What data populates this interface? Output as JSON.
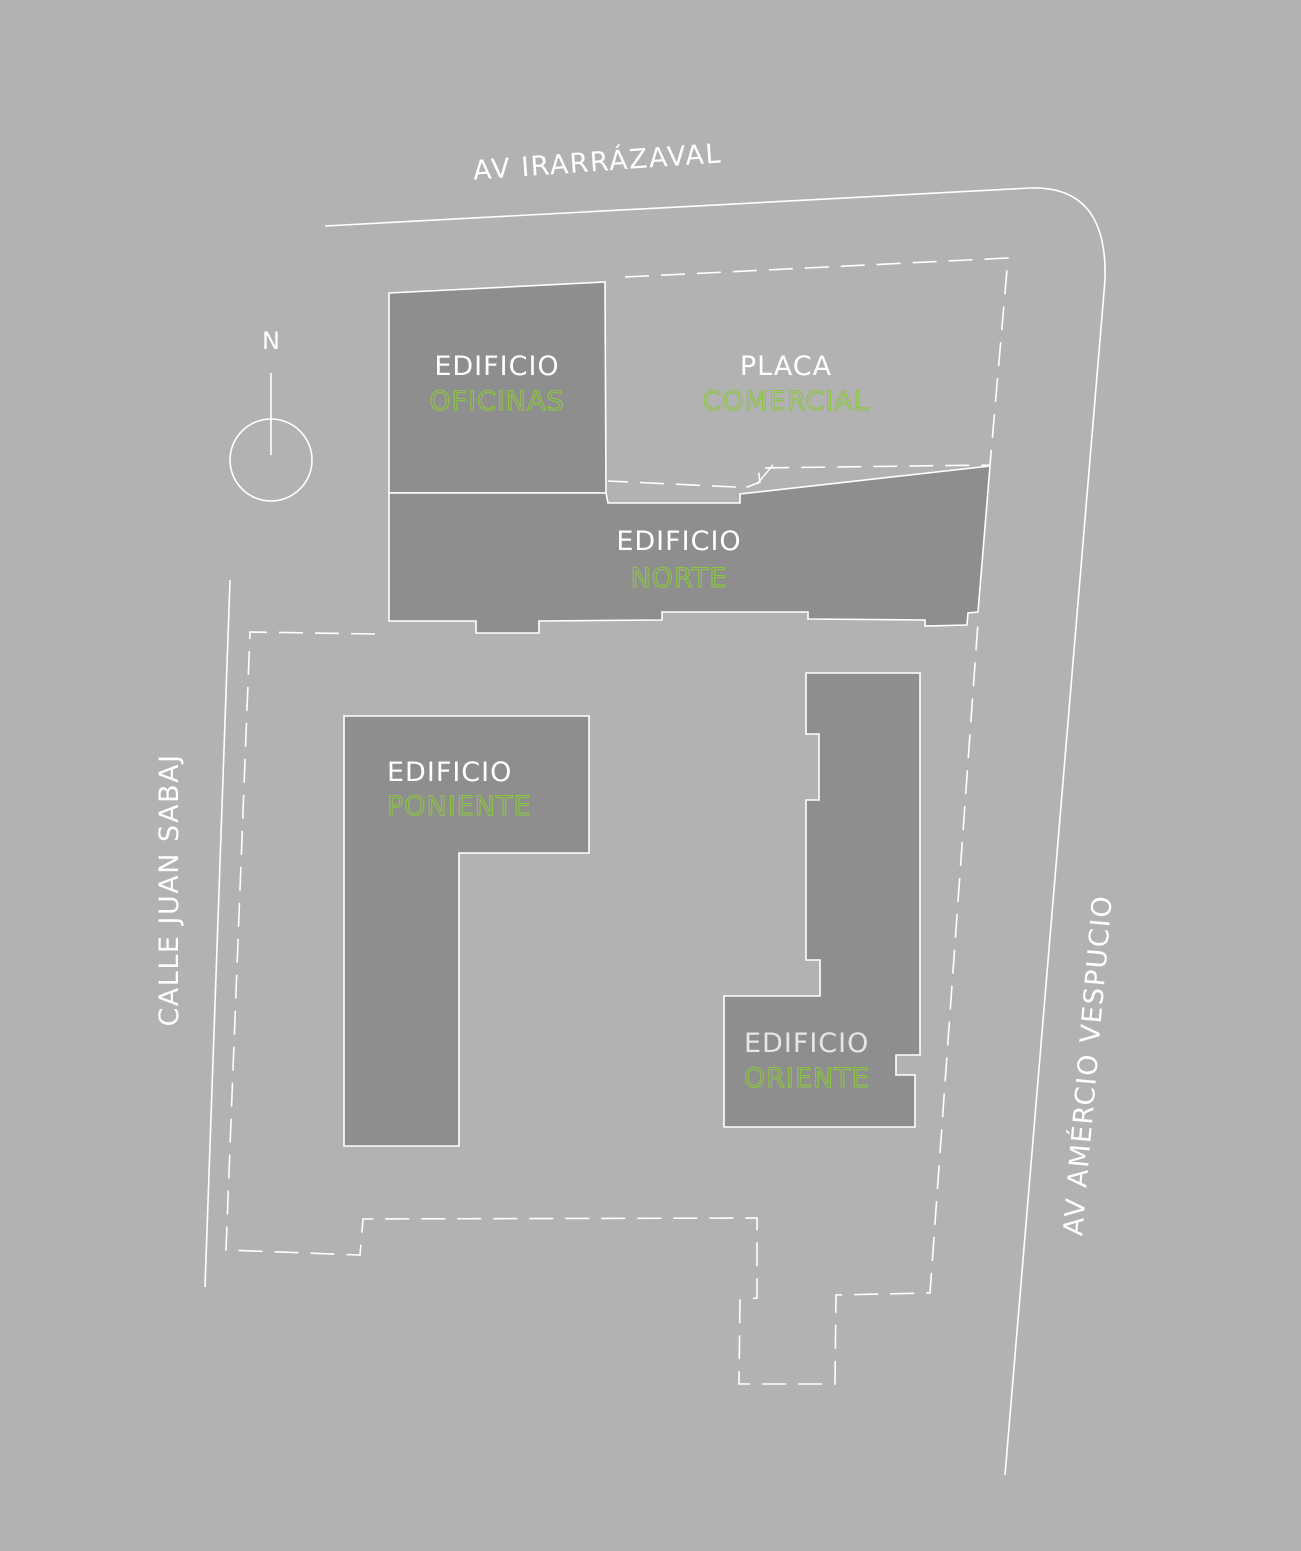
{
  "colors": {
    "background": "#b2b2b2",
    "building": "#8e8e8e",
    "line": "#ffffff",
    "accent": "#8cc63f"
  },
  "streets": {
    "north": "AV IRARRÁZAVAL",
    "west": "CALLE JUAN SABAJ",
    "east": "AV AMÉRCIO VESPUCIO"
  },
  "compass": {
    "label": "N",
    "icon": "north-arrow-icon"
  },
  "buildings": {
    "oficinas": {
      "title": "EDIFICIO",
      "subtitle": "OFICINAS"
    },
    "placa": {
      "title": "PLACA",
      "subtitle": "COMERCIAL"
    },
    "norte": {
      "title": "EDIFICIO",
      "subtitle": "NORTE"
    },
    "poniente": {
      "title": "EDIFICIO",
      "subtitle": "PONIENTE"
    },
    "oriente": {
      "title": "EDIFICIO",
      "subtitle": "ORIENTE"
    }
  }
}
